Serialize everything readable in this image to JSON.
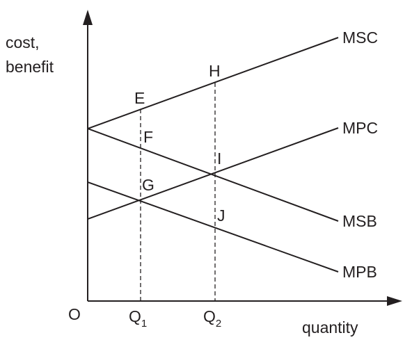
{
  "axes": {
    "y_label_line1": "cost,",
    "y_label_line2": "benefit",
    "x_label": "quantity",
    "origin": "O"
  },
  "quantities": {
    "q1_main": "Q",
    "q1_sub": "1",
    "q2_main": "Q",
    "q2_sub": "2"
  },
  "curves": {
    "msc": "MSC",
    "mpc": "MPC",
    "msb": "MSB",
    "mpb": "MPB"
  },
  "points": {
    "e": "E",
    "f": "F",
    "g": "G",
    "h": "H",
    "i": "I",
    "j": "J"
  },
  "colors": {
    "ink": "#231f20",
    "background": "#ffffff"
  }
}
